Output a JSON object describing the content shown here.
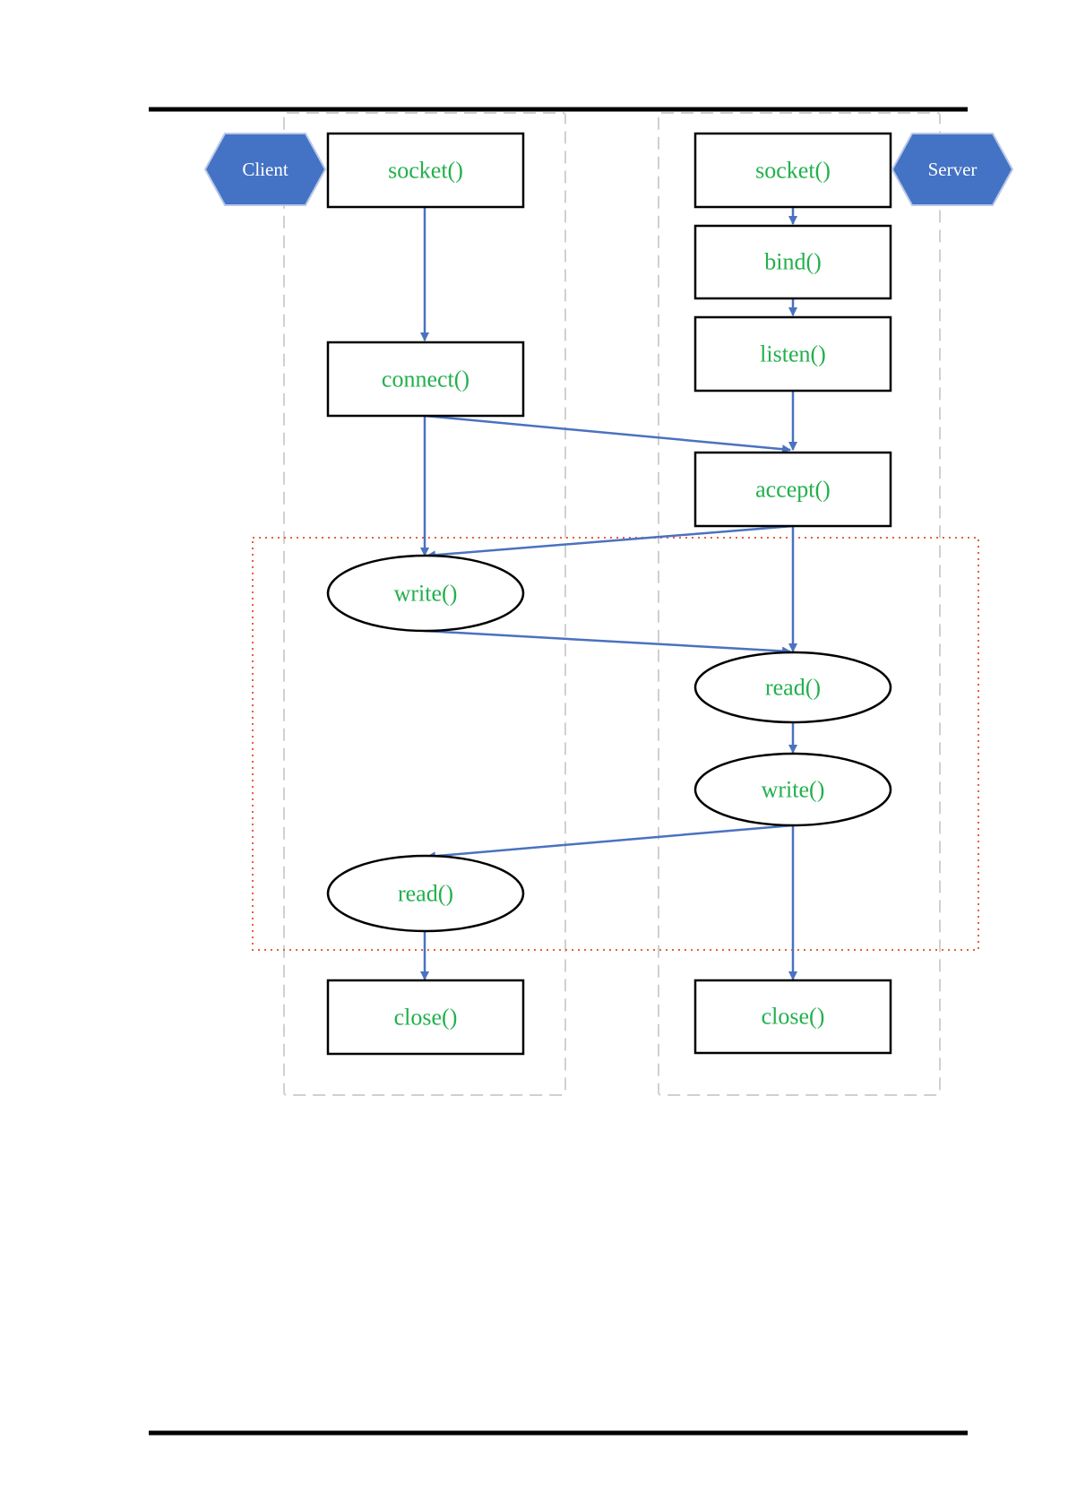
{
  "participants": {
    "client": "Client",
    "server": "Server"
  },
  "nodes": {
    "client_socket": "socket()",
    "client_connect": "connect()",
    "client_write": "write()",
    "client_read": "read()",
    "client_close": "close()",
    "server_socket": "socket()",
    "server_bind": "bind()",
    "server_listen": "listen()",
    "server_accept": "accept()",
    "server_read": "read()",
    "server_write": "write()",
    "server_close": "close()"
  },
  "colors": {
    "label_text": "#22b04c",
    "edge": "#4a72c0",
    "badge_fill": "#4472c4",
    "lane_border": "#d0d0d0",
    "loop_border": "#e8603a"
  },
  "icons": {
    "participant_badge": "hexagon",
    "edge_head": "arrowhead"
  }
}
